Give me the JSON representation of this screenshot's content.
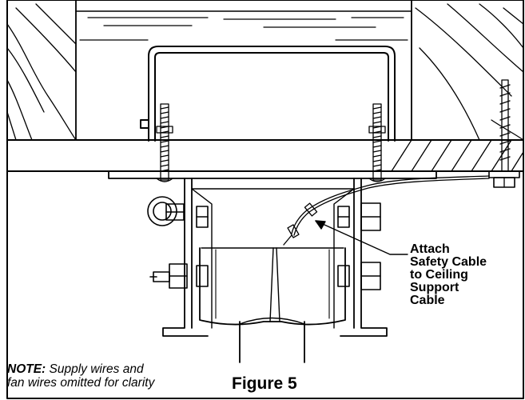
{
  "callout": {
    "lines": [
      "Attach",
      "Safety Cable",
      "to Ceiling",
      "Support",
      "Cable"
    ]
  },
  "note": {
    "label": "NOTE:",
    "line1": " Supply wires and",
    "line2": "fan wires omitted for clarity"
  },
  "figure_caption": "Figure 5"
}
